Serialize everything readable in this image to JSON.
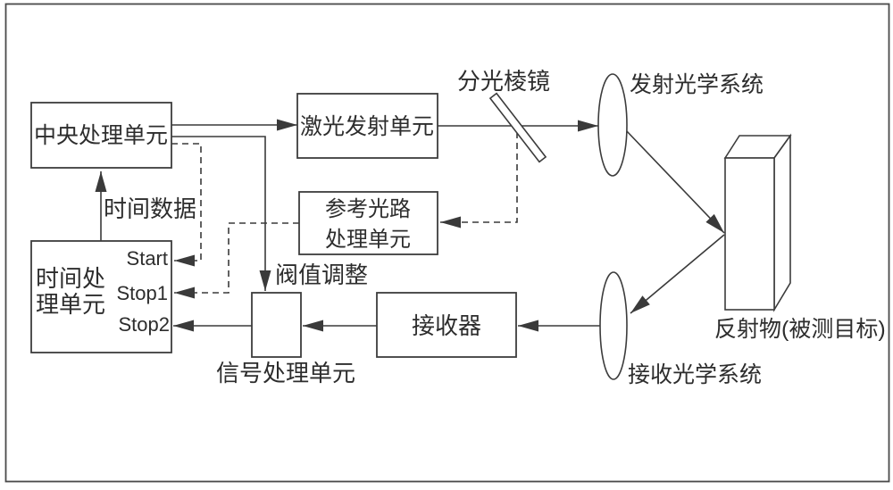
{
  "diagram": {
    "title_hint": "laser-rangefinder-block-diagram",
    "boxes": {
      "cpu": {
        "label": "中央处理单元"
      },
      "time": {
        "line1": "时间处",
        "line2": "理单元",
        "ports": {
          "start": "Start",
          "stop1": "Stop1",
          "stop2": "Stop2"
        }
      },
      "laser": {
        "label": "激光发射单元"
      },
      "reference": {
        "line1": "参考光路",
        "line2": "处理单元"
      },
      "receiver": {
        "label": "接收器"
      },
      "signal": {
        "label": "信号处理单元"
      }
    },
    "labels": {
      "beam_splitter": "分光棱镜",
      "transmit_optics": "发射光学系统",
      "receive_optics": "接收光学系统",
      "target": "反射物(被测目标)",
      "time_data": "时间数据",
      "threshold": "阀值调整"
    },
    "colors": {
      "line": "#3a3a3a",
      "text": "#2d2d2d",
      "background": "#ffffff"
    }
  }
}
